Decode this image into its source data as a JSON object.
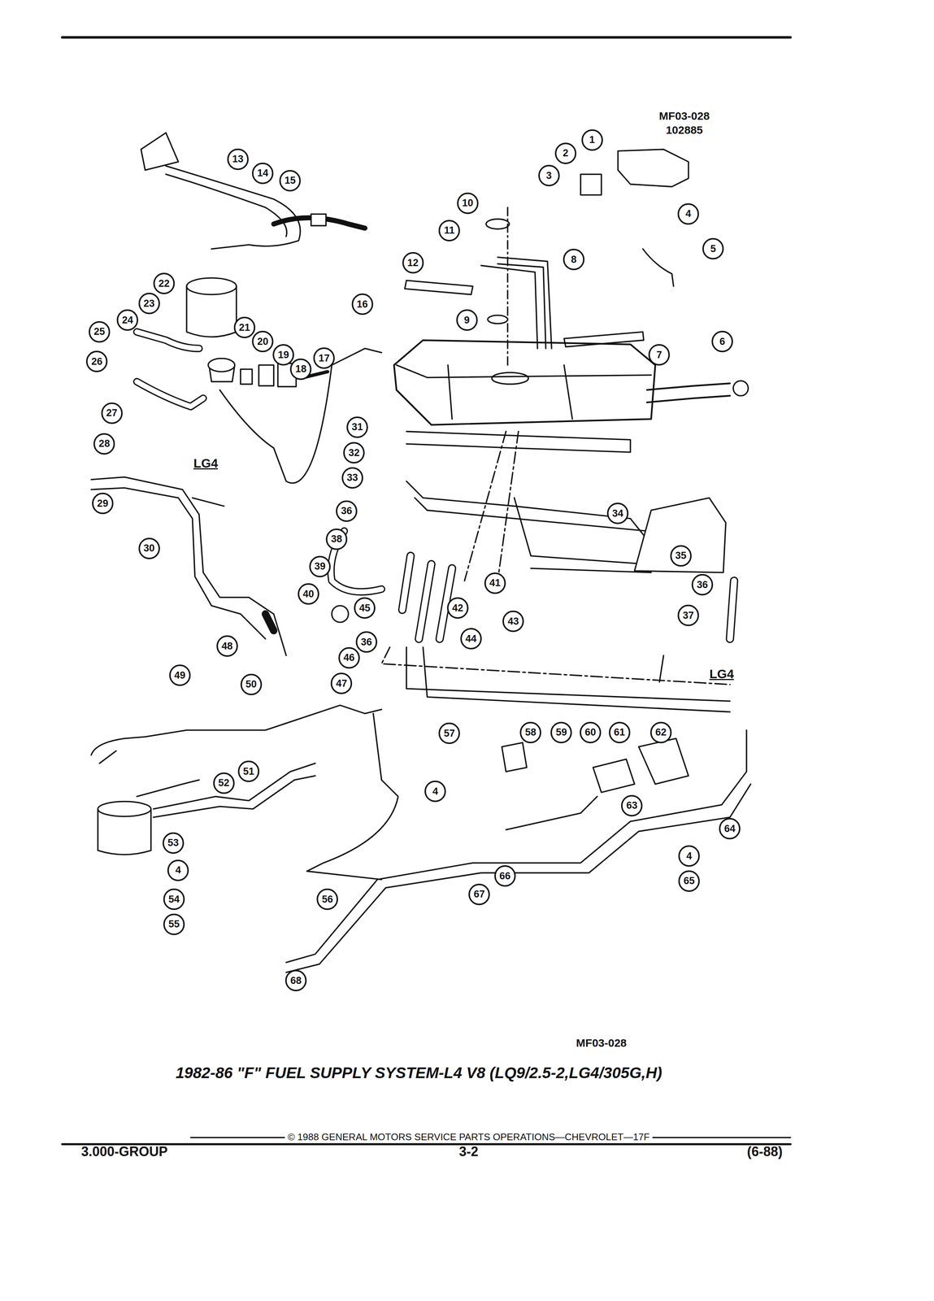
{
  "diagram": {
    "title": "1982-86 \"F\" FUEL SUPPLY SYSTEM-L4 V8 (LQ9/2.5-2,LG4/305G,H)",
    "labels": [
      "MF03-028",
      "102885",
      "1",
      "2",
      "3",
      "4",
      "5",
      "6",
      "7",
      "8",
      "9",
      "10",
      "11",
      "12",
      "13",
      "14",
      "15",
      "16",
      "17",
      "18",
      "19",
      "20",
      "21",
      "22",
      "23",
      "24",
      "25",
      "26",
      "27",
      "28",
      "29",
      "30",
      "31",
      "32",
      "33",
      "34",
      "35",
      "36",
      "37",
      "38",
      "39",
      "40",
      "41",
      "42",
      "43",
      "44",
      "45",
      "36",
      "36",
      "46",
      "47",
      "48",
      "49",
      "50",
      "51",
      "52",
      "53",
      "4",
      "54",
      "55",
      "56",
      "57",
      "58",
      "59",
      "60",
      "61",
      "62",
      "4",
      "63",
      "64",
      "4",
      "65",
      "66",
      "67",
      "68",
      "LG4",
      "LG4",
      "MF03-028",
      "© 1988 GENERAL MOTORS SERVICE PARTS OPERATIONS—CHEVROLET—17F",
      "3.000-GROUP",
      "3-2",
      "(6-88)"
    ]
  }
}
